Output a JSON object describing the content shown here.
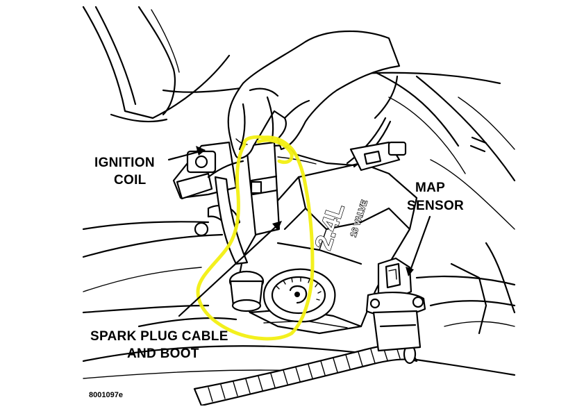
{
  "labels": {
    "ignition_coil_line1": "IGNITION",
    "ignition_coil_line2": "COIL",
    "map_sensor_line1": "MAP",
    "map_sensor_line2": "SENSOR",
    "spark_plug_line1": "SPARK PLUG CABLE",
    "spark_plug_line2": "AND BOOT"
  },
  "engraving": {
    "displacement": "2.4L",
    "valve": "16 VALVE"
  },
  "figure_id": "8001097e",
  "colors": {
    "highlight": "#f2ef12",
    "ink": "#000000",
    "paper": "#ffffff"
  }
}
